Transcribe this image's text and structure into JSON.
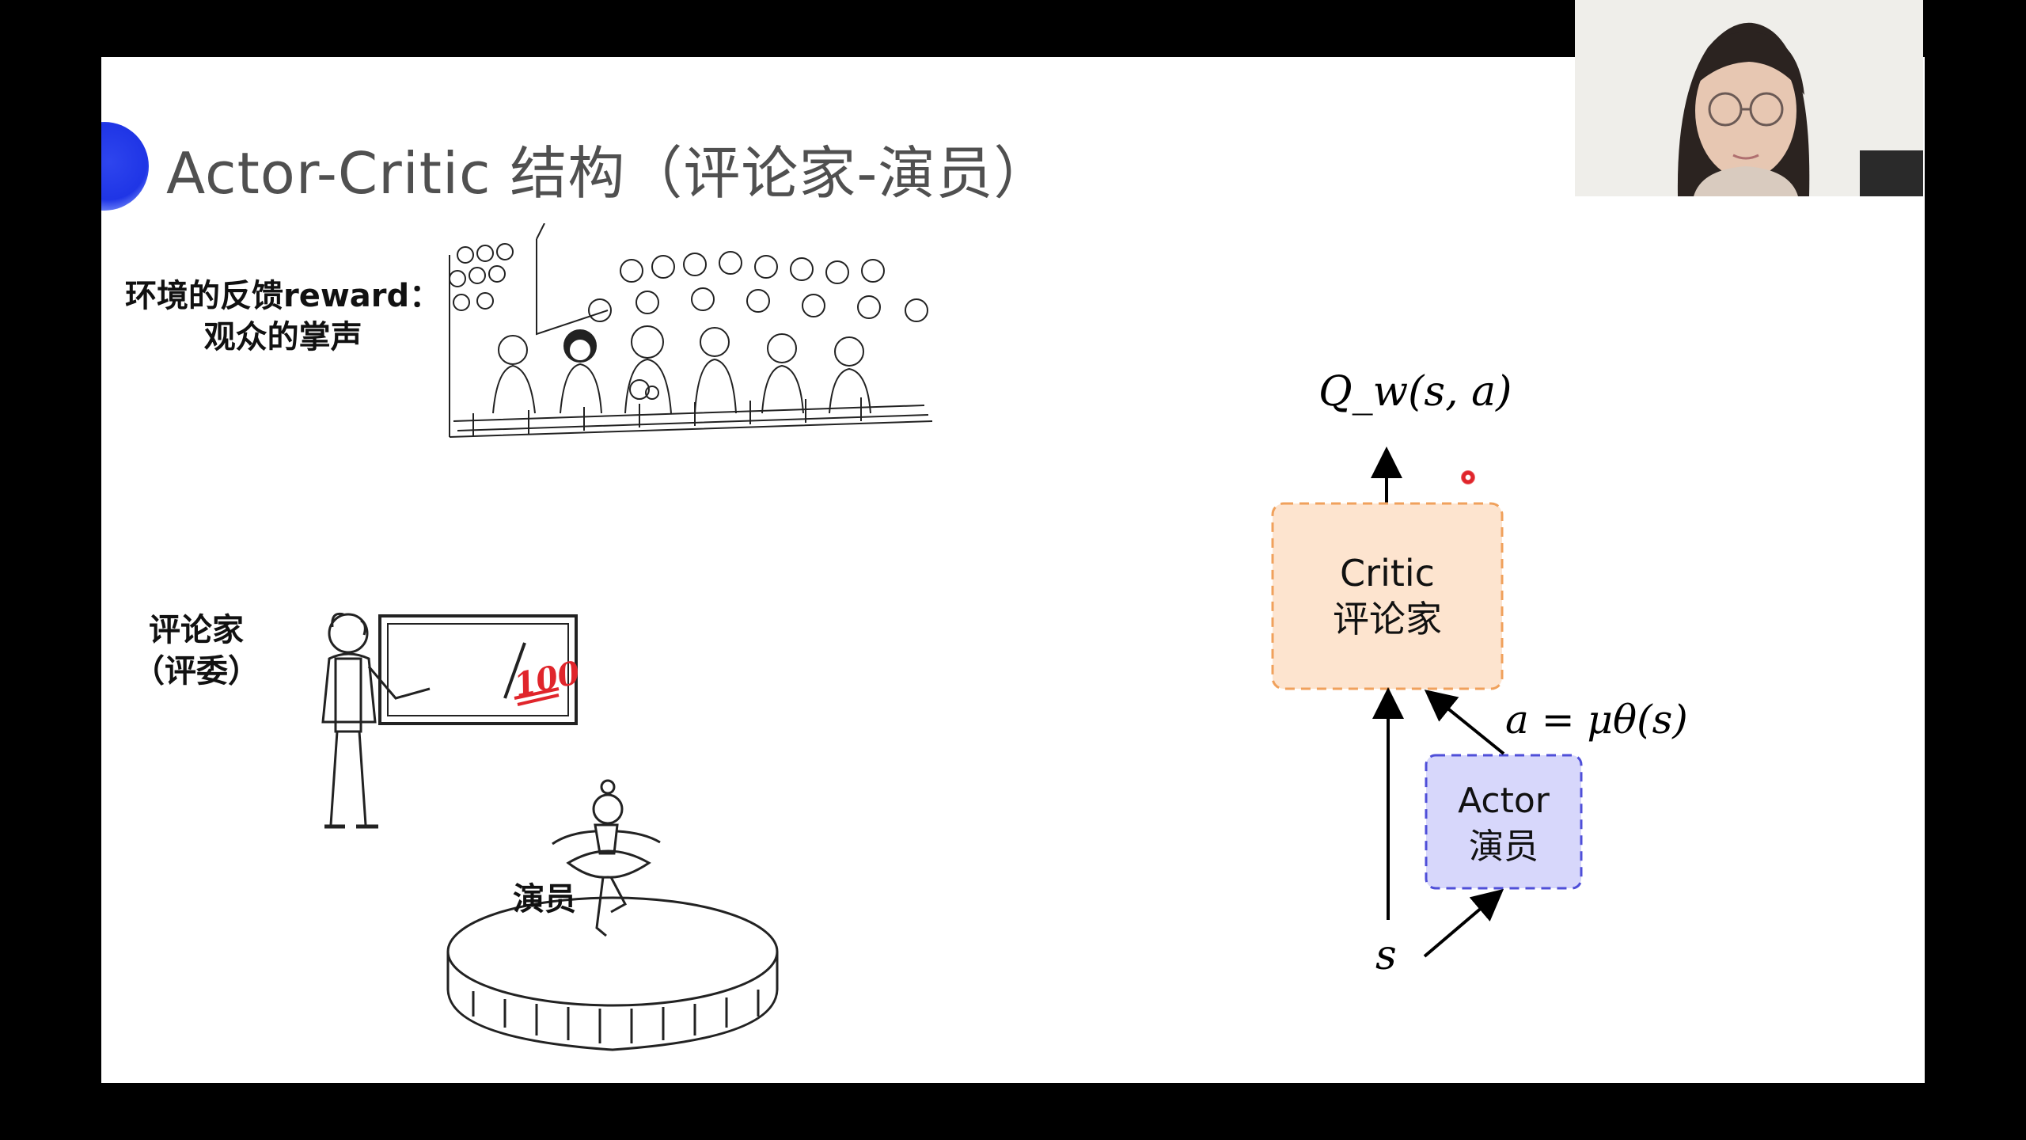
{
  "slide": {
    "title": "Actor-Critic 结构（评论家-演员）",
    "captions": {
      "audience_line1": "环境的反馈reward：",
      "audience_line2": "观众的掌声",
      "critic_line1": "评论家",
      "critic_line2": "（评委）",
      "stage_label": "演员",
      "board_score": "100"
    }
  },
  "diagram": {
    "q_label": "Q_w(s, a)",
    "critic_box": {
      "line1": "Critic",
      "line2": "评论家",
      "fill": "#fde4cf",
      "border": "#f0a15c"
    },
    "actor_box": {
      "line1": "Actor",
      "line2": "演员",
      "fill": "#d7d7fb",
      "border": "#4f4fd8"
    },
    "action_label": "a = μθ(s)",
    "state_label": "s"
  },
  "colors": {
    "accent": "#1f35e6",
    "title": "#505050",
    "letterbox": "#000000",
    "pointer": "#e0252b"
  },
  "icons": [
    "laser-pointer-icon",
    "accent-dot-icon",
    "webcam-feed"
  ]
}
